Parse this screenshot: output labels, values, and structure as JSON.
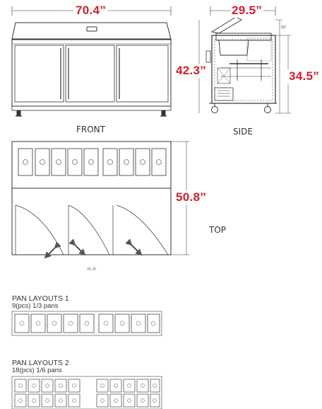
{
  "dimensions": {
    "front_width": "70.4”",
    "side_depth": "29.5”",
    "side_height_total": "42.3”",
    "side_height_counter": "34.5”",
    "top_depth": "50.8”"
  },
  "views": {
    "front": "FRONT",
    "side": "SIDE",
    "top": "TOP"
  },
  "top_note": "PL.I0",
  "side_note": "9|2",
  "pan_layouts": [
    {
      "title": "PAN  LAYOUTS  1",
      "subtitle": "9(pcs) 1/3 pans"
    },
    {
      "title": "PAN  LAYOUTS  2",
      "subtitle": "18(pcs) 1/6 pans"
    }
  ],
  "colors": {
    "dimension_text": "#d91e2a",
    "line": "#333333"
  }
}
